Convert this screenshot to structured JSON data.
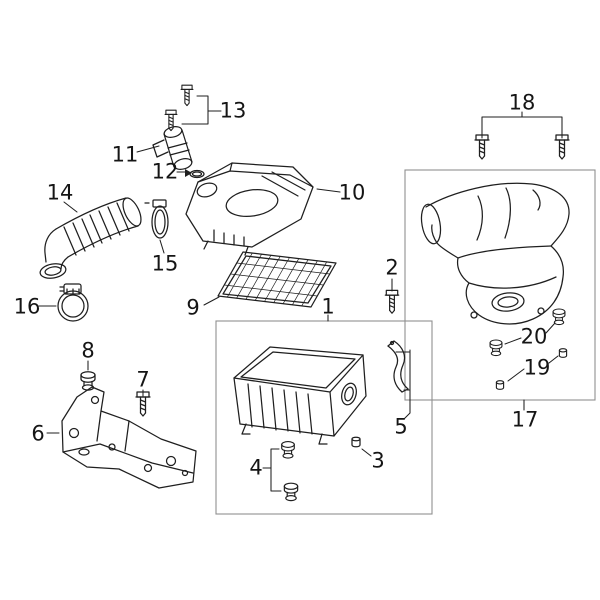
{
  "diagram": {
    "background_color": "#ffffff",
    "line_color": "#1f1f1f",
    "group_box_color": "#8f8f8f"
  },
  "icons": {
    "bolt": "bolt-icon",
    "grommet": "grommet-icon",
    "clip": "clip-icon",
    "o_ring": "o-ring-icon"
  },
  "callouts": {
    "c1": "1",
    "c2": "2",
    "c3": "3",
    "c4": "4",
    "c5": "5",
    "c6": "6",
    "c7": "7",
    "c8": "8",
    "c9": "9",
    "c10": "10",
    "c11": "11",
    "c12": "12",
    "c13": "13",
    "c14": "14",
    "c15": "15",
    "c16": "16",
    "c17": "17",
    "c18": "18",
    "c19": "19",
    "c20": "20"
  }
}
